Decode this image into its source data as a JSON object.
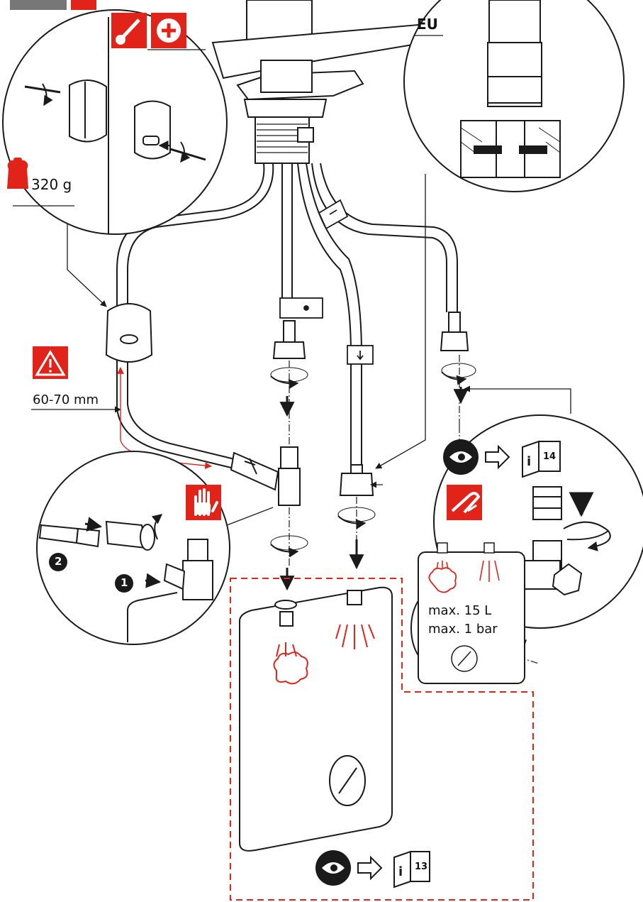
{
  "labels": {
    "region": "EU",
    "weight": "320 g",
    "distance": "60-70 mm",
    "capacity": "max. 15 L",
    "pressure": "max. 1 bar"
  },
  "steps": {
    "first": "1",
    "second": "2"
  },
  "references": {
    "upper_page": "14",
    "lower_page": "13"
  },
  "icons": {
    "warning": "warning-triangle-icon",
    "screwdriver": "screwdriver-icon",
    "plus": "plus-circle-icon",
    "hand": "hand-icon",
    "weight": "weight-icon",
    "eye": "eye-icon",
    "info_book": "info-book-icon",
    "pipe_cutter": "pipe-cutter-icon",
    "steam": "steam-cloud-icon",
    "spray": "spray-icon"
  },
  "colors": {
    "accent_red": "#e2231a",
    "line": "#1a1a1a",
    "hidden_tab": "#777777"
  }
}
